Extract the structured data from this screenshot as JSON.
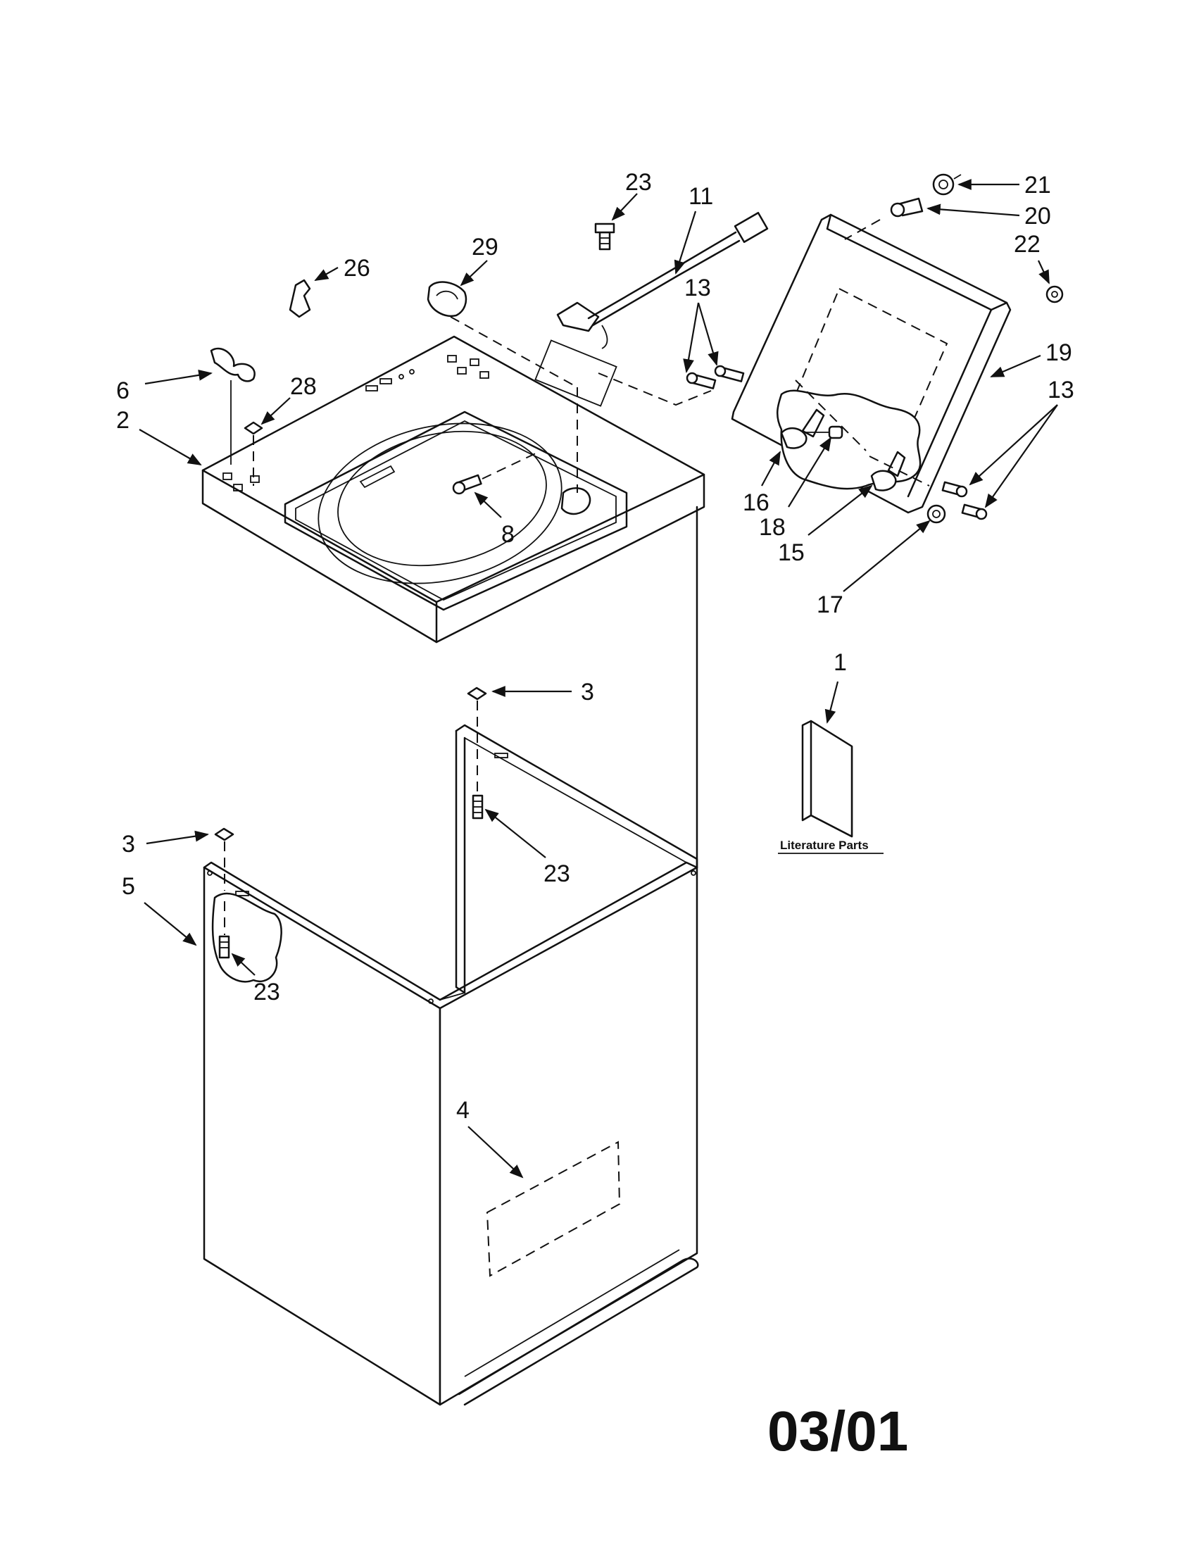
{
  "diagram": {
    "date_code": "03/01",
    "literature_label": "Literature Parts",
    "callouts": [
      {
        "id": "c21",
        "text": "21"
      },
      {
        "id": "c20",
        "text": "20"
      },
      {
        "id": "c22",
        "text": "22"
      },
      {
        "id": "c23a",
        "text": "23"
      },
      {
        "id": "c11",
        "text": "11"
      },
      {
        "id": "c29",
        "text": "29"
      },
      {
        "id": "c26",
        "text": "26"
      },
      {
        "id": "c13a",
        "text": "13"
      },
      {
        "id": "c19",
        "text": "19"
      },
      {
        "id": "c13b",
        "text": "13"
      },
      {
        "id": "c6",
        "text": "6"
      },
      {
        "id": "c28",
        "text": "28"
      },
      {
        "id": "c2",
        "text": "2"
      },
      {
        "id": "c8",
        "text": "8"
      },
      {
        "id": "c16",
        "text": "16"
      },
      {
        "id": "c18",
        "text": "18"
      },
      {
        "id": "c15",
        "text": "15"
      },
      {
        "id": "c17",
        "text": "17"
      },
      {
        "id": "c1",
        "text": "1"
      },
      {
        "id": "c3a",
        "text": "3"
      },
      {
        "id": "c3b",
        "text": "3"
      },
      {
        "id": "c23b",
        "text": "23"
      },
      {
        "id": "c5",
        "text": "5"
      },
      {
        "id": "c23c",
        "text": "23"
      },
      {
        "id": "c4",
        "text": "4"
      }
    ]
  }
}
